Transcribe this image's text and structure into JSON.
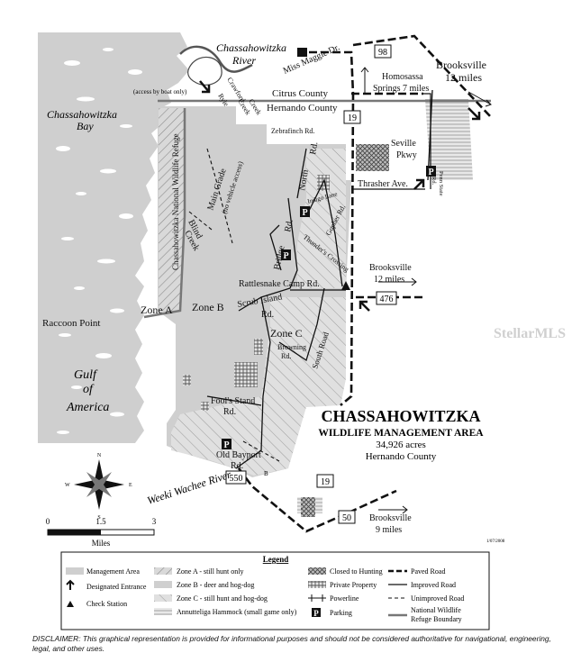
{
  "map": {
    "title": "CHASSAHOWITZKA",
    "subtitle": "WILDLIFE MANAGEMENT AREA",
    "acreage": "34,926 acres",
    "county": "Hernando County",
    "code": "1/07/2008"
  },
  "water_labels": {
    "river": [
      "Chassahowitzka",
      "River"
    ],
    "bay": [
      "Chassahowitzka",
      "Bay"
    ],
    "gulf": [
      "Gulf",
      "of",
      "America"
    ],
    "weeki": "Weeki Wachee River",
    "boat_note": "(access by boat only)"
  },
  "place_labels": {
    "citrus": "Citrus County",
    "hernando": "Hernando County",
    "miss_maggie": "Miss Maggie Dr.",
    "homosassa": [
      "Homosassa",
      "Springs 7 miles"
    ],
    "brooksville_top": [
      "Brooksville",
      "12 miles"
    ],
    "zebrafinch": "Zebrafinch Rd.",
    "seville": [
      "Seville",
      "Pkwy"
    ],
    "thrasher": "Thrasher Ave.",
    "penn_state": [
      "Penn State",
      "Rd."
    ],
    "refuge": "Chassahowitzka National Wildlife Refuge",
    "crawford": [
      "Crawford",
      "Creek"
    ],
    "ryle": [
      "Ryle",
      "Creek"
    ],
    "main_grade": [
      "Main Grade",
      "(no vehicle access)"
    ],
    "blind": [
      "Blind",
      "Creek"
    ],
    "north": [
      "North",
      "Rd."
    ],
    "indigo": "Indigo Lane",
    "gopher": "Gopher Rd.",
    "thunder": "Thunder's Crossing",
    "bridge": [
      "Bridge",
      "Rd."
    ],
    "brooksville_mid": [
      "Brooksville",
      "12 miles"
    ],
    "rattlesnake": "Rattlesnake Camp Rd.",
    "scrub": [
      "Scrub Island",
      "Rd."
    ],
    "raccoon": "Raccoon Point",
    "zone_a": "Zone A",
    "zone_b": "Zone B",
    "zone_c": "Zone C",
    "browning": [
      "Browning",
      "Rd."
    ],
    "south": "South Road",
    "fools": [
      "Fool's Stand",
      "Rd."
    ],
    "old_bayport": [
      "Old Bayport",
      "Rd."
    ],
    "brooksville_bot": [
      "Brooksville",
      "9 miles"
    ]
  },
  "shields": {
    "s98": "98",
    "s19_top": "19",
    "s476": "476",
    "s550": "550",
    "s19_bot": "19",
    "s50": "50"
  },
  "markers": {
    "parking": "P",
    "b": "B"
  },
  "scale": {
    "ticks": [
      "0",
      "1.5",
      "3"
    ],
    "unit": "Miles"
  },
  "compass": {
    "n": "N",
    "s": "S",
    "e": "E",
    "w": "W"
  },
  "legend": {
    "title": "Legend",
    "items": [
      "Management Area",
      "Designated Entrance",
      "Check Station",
      "Zone A - still hunt only",
      "Zone B - deer and hog-dog",
      "Zone C - still hunt and hog-dog",
      "Annutteliga Hammock (small game only)",
      "Closed to Hunting",
      "Private Property",
      "Powerline",
      "Parking",
      "Paved Road",
      "Improved Road",
      "Unimproved Road",
      "National Wildlife",
      "Refuge Boundary"
    ]
  },
  "disclaimer": "DISCLAIMER: This graphical representation is provided for informational purposes and should not be considered authoritative for navigational, engineering, legal, and other uses.",
  "colors": {
    "land": "#cfcfcf",
    "hatch": "#8c8c8c",
    "boundary": "#7a7a7a",
    "road": "#111111"
  },
  "watermark": "StellarMLS"
}
